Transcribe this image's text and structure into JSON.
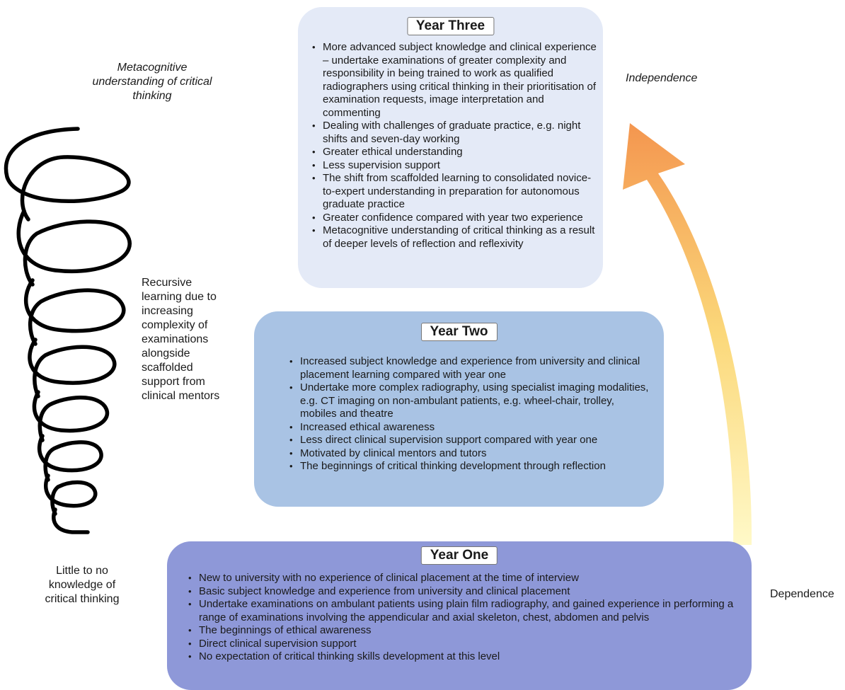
{
  "left_labels": {
    "top": "Metacognitive understanding of critical thinking",
    "middle": "Recursive learning due to increasing complexity of examinations alongside scaffolded support from clinical mentors",
    "bottom": "Little to no knowledge of critical thinking"
  },
  "right_labels": {
    "top": "Independence",
    "bottom": "Dependence"
  },
  "year_three": {
    "title": "Year Three",
    "items": [
      "More advanced subject knowledge and clinical experience – undertake examinations of greater complexity and responsibility in being trained to work as qualified radiographers using critical thinking in their prioritisation of examination requests, image interpretation and commenting",
      "Dealing with challenges of graduate practice, e.g. night shifts and seven-day working",
      "Greater ethical understanding",
      "Less supervision support",
      "The shift from scaffolded learning to consolidated novice-to-expert understanding in preparation for autonomous graduate practice",
      "Greater confidence compared with year two experience",
      "Metacognitive understanding of critical thinking as a result of deeper levels of reflection and reflexivity"
    ]
  },
  "year_two": {
    "title": "Year Two",
    "items": [
      "Increased subject knowledge and experience from university and clinical placement learning compared with year one",
      "Undertake more complex radiography, using specialist imaging modalities, e.g. CT imaging on non-ambulant patients, e.g. wheel-chair, trolley, mobiles and theatre",
      "Increased ethical awareness",
      "Less direct clinical supervision support compared with year one",
      "Motivated by clinical mentors and tutors",
      "The beginnings of critical thinking development through reflection"
    ]
  },
  "year_one": {
    "title": "Year One",
    "items": [
      "New to university with no experience of clinical placement at the time of interview",
      "Basic subject knowledge and experience from university and clinical placement",
      "Undertake examinations on ambulant patients using plain film radiography, and gained experience in performing a range of examinations involving the appendicular and axial skeleton, chest, abdomen and pelvis",
      "The beginnings of ethical awareness",
      "Direct clinical supervision support",
      "No expectation of critical thinking skills development at this level"
    ]
  },
  "colors": {
    "year_three_bg": "#e4eaf7",
    "year_two_bg": "#a9c3e4",
    "year_one_bg": "#8e98d8",
    "arrow_start": "#fff7b0",
    "arrow_end": "#f4964f"
  }
}
